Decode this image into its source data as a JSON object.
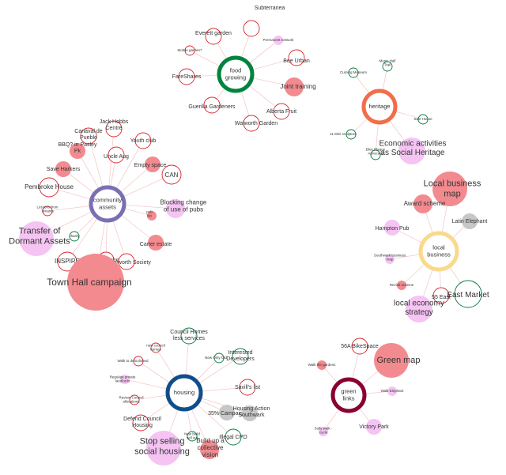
{
  "colors": {
    "edge": "#f4cccc",
    "pink": "#f28a8f",
    "pink_outline": "#d8262f",
    "lavender": "#f5c4f3",
    "grey": "#c7c7c7",
    "green_outline": "#007a3d",
    "hub_food": "#00843d",
    "hub_heritage": "#f26d4a",
    "hub_community": "#7a6fb5",
    "hub_business": "#f9d98c",
    "hub_housing": "#0f4e8a",
    "hub_green": "#8b0033"
  },
  "hubs": [
    {
      "id": "food",
      "label": [
        "food",
        "growing"
      ],
      "color_key": "hub_food"
    },
    {
      "id": "heritage",
      "label": [
        "heritage"
      ],
      "color_key": "hub_heritage"
    },
    {
      "id": "community",
      "label": [
        "community",
        "assets"
      ],
      "color_key": "hub_community"
    },
    {
      "id": "business",
      "label": [
        "local",
        "business"
      ],
      "color_key": "hub_business"
    },
    {
      "id": "housing",
      "label": [
        "housing"
      ],
      "color_key": "hub_housing"
    },
    {
      "id": "green",
      "label": [
        "green",
        "links"
      ],
      "color_key": "hub_green"
    }
  ],
  "nodes": [
    {
      "id": "subterranea",
      "hub": "food",
      "label": [
        "Subterranea"
      ],
      "style": "pink_outline",
      "size": "s"
    },
    {
      "id": "everett",
      "hub": "food",
      "label": [
        "Everett garden"
      ],
      "style": "pink_outline",
      "size": "s"
    },
    {
      "id": "permanent",
      "hub": "food",
      "label": [
        "Permanent network"
      ],
      "style": "lavender",
      "size": "xs"
    },
    {
      "id": "mobile",
      "hub": "food",
      "label": [
        "Mobile garden?"
      ],
      "style": "pink_outline",
      "size": "xs"
    },
    {
      "id": "bee",
      "hub": "food",
      "label": [
        "Bee  Urban"
      ],
      "style": "pink_outline",
      "size": "s"
    },
    {
      "id": "fareshares",
      "hub": "food",
      "label": [
        "FareShares"
      ],
      "style": "pink_outline",
      "size": "s"
    },
    {
      "id": "joint",
      "hub": "food",
      "label": [
        "Joint training"
      ],
      "style": "pink",
      "size": "m"
    },
    {
      "id": "guerilla",
      "hub": "food",
      "label": [
        "Guerilla Gardeners"
      ],
      "style": "pink_outline",
      "size": "s"
    },
    {
      "id": "alberta",
      "hub": "food",
      "label": [
        "Alberta Fruit"
      ],
      "style": "pink_outline",
      "size": "s"
    },
    {
      "id": "walworth_garden",
      "hub": "food",
      "label": [
        "Walworth Garden"
      ],
      "style": "pink_outline",
      "size": "s"
    },
    {
      "id": "music_hall",
      "hub": "heritage",
      "label": [
        "Music Hall",
        "Trail"
      ],
      "style": "green_outline",
      "size": "xs"
    },
    {
      "id": "cuming",
      "hub": "heritage",
      "label": [
        "Cuming Museum"
      ],
      "style": "green_outline",
      "size": "xs"
    },
    {
      "id": "sale_house",
      "hub": "heritage",
      "label": [
        "Sale House"
      ],
      "style": "green_outline",
      "size": "xs"
    },
    {
      "id": "mini_sculpture",
      "hub": "heritage",
      "label": [
        "11 Mini sculpture"
      ],
      "style": "green_outline",
      "size": "xs"
    },
    {
      "id": "econ",
      "hub": "heritage",
      "label": [
        "Economic activities",
        "as Social Heritage"
      ],
      "style": "lavender",
      "size": "l"
    },
    {
      "id": "blue_plaque",
      "hub": "heritage",
      "label": [
        "Blue Plaque",
        "Advocacy"
      ],
      "style": "green_outline",
      "size": "xs"
    },
    {
      "id": "jack_hobbs",
      "hub": "community",
      "label": [
        "Jack Hobbs",
        "Centre"
      ],
      "style": "pink_outline",
      "size": "s"
    },
    {
      "id": "canaval",
      "hub": "community",
      "label": [
        "Canaval de",
        "Pueblo"
      ],
      "style": "pink_outline",
      "size": "s"
    },
    {
      "id": "youth",
      "hub": "community",
      "label": [
        "Youth club"
      ],
      "style": "pink_outline",
      "size": "s"
    },
    {
      "id": "bbq",
      "hub": "community",
      "label": [
        "BBQ? in Pasley",
        "Pk"
      ],
      "style": "pink",
      "size": "s"
    },
    {
      "id": "uncle",
      "hub": "community",
      "label": [
        "Uncle  Aug"
      ],
      "style": "pink_outline",
      "size": "s"
    },
    {
      "id": "empty",
      "hub": "community",
      "label": [
        "Empty space"
      ],
      "style": "pink",
      "size": "s"
    },
    {
      "id": "save_harkers",
      "hub": "community",
      "label": [
        "Save Harkers"
      ],
      "style": "pink",
      "size": "s"
    },
    {
      "id": "can",
      "hub": "community",
      "label": [
        "CAN"
      ],
      "style": "pink_outline",
      "size": "m"
    },
    {
      "id": "pembroke",
      "hub": "community",
      "label": [
        "Pembroke House"
      ],
      "style": "pink_outline",
      "size": "m"
    },
    {
      "id": "blocking",
      "hub": "community",
      "label": [
        "Blocking change",
        "of use of pubs"
      ],
      "style": "lavender",
      "size": "m"
    },
    {
      "id": "lessons",
      "hub": "community",
      "label": [
        "Lessons from",
        "Tenants"
      ],
      "style": "pink_outline",
      "size": "xs"
    },
    {
      "id": "pub_small",
      "hub": "community",
      "label": [
        "pub",
        "list"
      ],
      "style": "pink",
      "size": "xs"
    },
    {
      "id": "transfer",
      "hub": "community",
      "label": [
        "Transfer of",
        "Dormant Assets"
      ],
      "style": "lavender",
      "size": "xl"
    },
    {
      "id": "charity",
      "hub": "community",
      "label": [
        "charity"
      ],
      "style": "green_outline",
      "size": "xs"
    },
    {
      "id": "carter",
      "hub": "community",
      "label": [
        "Carter estate"
      ],
      "style": "pink",
      "size": "s"
    },
    {
      "id": "s56a",
      "hub": "community",
      "label": [
        "56A Infoshop"
      ],
      "style": "pink_outline",
      "size": "s"
    },
    {
      "id": "inspire",
      "hub": "community",
      "label": [
        "INSPIRE"
      ],
      "style": "pink_outline",
      "size": "m"
    },
    {
      "id": "walworth_society",
      "hub": "community",
      "label": [
        "Walworth Society"
      ],
      "style": "pink_outline",
      "size": "s"
    },
    {
      "id": "town_hall",
      "hub": "community",
      "label": [
        "Town Hall campaign"
      ],
      "style": "pink",
      "size": "xxl"
    },
    {
      "id": "lbm",
      "hub": "business",
      "label": [
        "Local business",
        "map"
      ],
      "style": "pink",
      "size": "xl"
    },
    {
      "id": "award",
      "hub": "business",
      "label": [
        "Award scheme"
      ],
      "style": "pink",
      "size": "m"
    },
    {
      "id": "latin",
      "hub": "business",
      "label": [
        "Latin Elephant"
      ],
      "style": "grey",
      "size": "s"
    },
    {
      "id": "hampton",
      "hub": "business",
      "label": [
        "Hampton Pub"
      ],
      "style": "lavender",
      "size": "s"
    },
    {
      "id": "southwark_map",
      "hub": "business",
      "label": [
        "Southwark business",
        "map"
      ],
      "style": "lavender",
      "size": "xs"
    },
    {
      "id": "revisit",
      "hub": "business",
      "label": [
        "Revisit scheme"
      ],
      "style": "pink",
      "size": "xs"
    },
    {
      "id": "east_street",
      "hub": "business",
      "label": [
        "55 East"
      ],
      "style": "pink_outline",
      "size": "s"
    },
    {
      "id": "east_market",
      "hub": "business",
      "label": [
        "East Market"
      ],
      "style": "green_outline",
      "size": "l"
    },
    {
      "id": "les",
      "hub": "business",
      "label": [
        "local economy",
        "strategy"
      ],
      "style": "lavender",
      "size": "l"
    },
    {
      "id": "council_homes",
      "hub": "housing",
      "label": [
        "Council Homes",
        "less services"
      ],
      "style": "green_outline",
      "size": "s"
    },
    {
      "id": "new_council",
      "hub": "housing",
      "label": [
        "new council",
        "homes"
      ],
      "style": "pink_outline",
      "size": "xs"
    },
    {
      "id": "new_only",
      "hub": "housing",
      "label": [
        "New Only Old"
      ],
      "style": "green_outline",
      "size": "xs"
    },
    {
      "id": "interested",
      "hub": "housing",
      "label": [
        "Interested",
        "Developers"
      ],
      "style": "green_outline",
      "size": "s"
    },
    {
      "id": "walk_demolished",
      "hub": "housing",
      "label": [
        "Walk to demolished"
      ],
      "style": "pink_outline",
      "size": "xs"
    },
    {
      "id": "regulate",
      "hub": "housing",
      "label": [
        "Regulate private",
        "landlords"
      ],
      "style": "lavender",
      "size": "xs"
    },
    {
      "id": "savills",
      "hub": "housing",
      "label": [
        "Savill's list"
      ],
      "style": "pink_outline",
      "size": "s"
    },
    {
      "id": "review",
      "hub": "housing",
      "label": [
        "Review Council",
        "allocations"
      ],
      "style": "pink_outline",
      "size": "xs"
    },
    {
      "id": "defend",
      "hub": "housing",
      "label": [
        "Defend Council",
        "Housing"
      ],
      "style": "pink_outline",
      "size": "s"
    },
    {
      "id": "campaign35",
      "hub": "housing",
      "label": [
        "35% Campaign"
      ],
      "style": "grey",
      "size": "s"
    },
    {
      "id": "housing_action",
      "hub": "housing",
      "label": [
        "Housing Action",
        "Southwark"
      ],
      "style": "grey",
      "size": "s"
    },
    {
      "id": "new_build",
      "hub": "housing",
      "label": [
        "New build",
        "sell out"
      ],
      "style": "green_outline",
      "size": "xs"
    },
    {
      "id": "illegal_cpo",
      "hub": "housing",
      "label": [
        "Illegal CPO"
      ],
      "style": "green_outline",
      "size": "s"
    },
    {
      "id": "stop_selling",
      "hub": "housing",
      "label": [
        "Stop selling",
        "social housing"
      ],
      "style": "lavender",
      "size": "xl"
    },
    {
      "id": "build_up",
      "hub": "housing",
      "label": [
        "Build up a",
        "collective",
        "vision"
      ],
      "style": "pink",
      "size": "m"
    },
    {
      "id": "bikespace",
      "hub": "green",
      "label": [
        "56A BikeSpace"
      ],
      "style": "pink_outline",
      "size": "s"
    },
    {
      "id": "green_map",
      "hub": "green",
      "label": [
        "Green map"
      ],
      "style": "pink",
      "size": "xl"
    },
    {
      "id": "walk_gardens",
      "hub": "green",
      "label": [
        "Walk the gardens"
      ],
      "style": "pink",
      "size": "xs"
    },
    {
      "id": "walk_elephant",
      "hub": "green",
      "label": [
        "Walk Elephant"
      ],
      "style": "lavender",
      "size": "xs"
    },
    {
      "id": "sully_walk",
      "hub": "green",
      "label": [
        "Sully walk -",
        "cycle"
      ],
      "style": "lavender",
      "size": "xs"
    },
    {
      "id": "victory_park",
      "hub": "green",
      "label": [
        "Victory Park"
      ],
      "style": "lavender",
      "size": "s"
    }
  ]
}
